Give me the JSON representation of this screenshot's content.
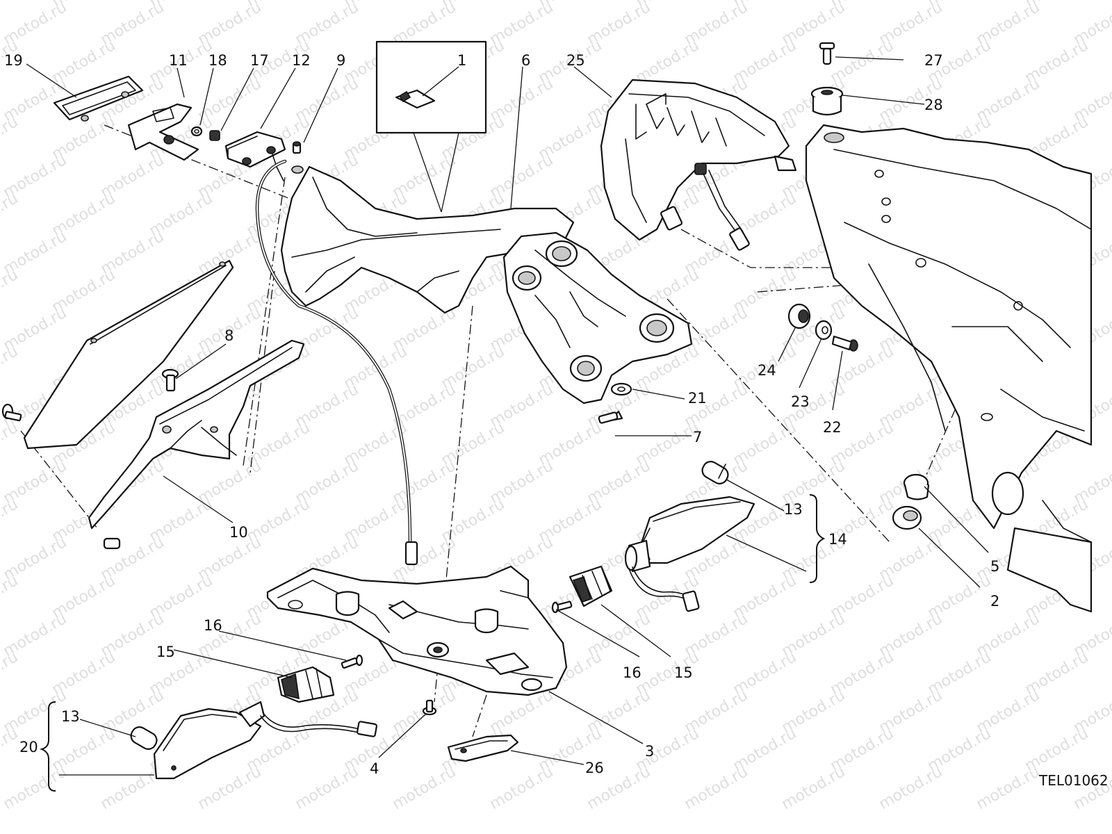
{
  "diagram": {
    "drawing_code": "TEL01062",
    "watermark": "motod.ru",
    "callouts": [
      "1",
      "2",
      "3",
      "4",
      "5",
      "6",
      "7",
      "8",
      "9",
      "10",
      "11",
      "12",
      "13",
      "13",
      "14",
      "15",
      "15",
      "16",
      "16",
      "17",
      "18",
      "19",
      "20",
      "21",
      "22",
      "23",
      "24",
      "25",
      "26",
      "27",
      "28"
    ]
  }
}
